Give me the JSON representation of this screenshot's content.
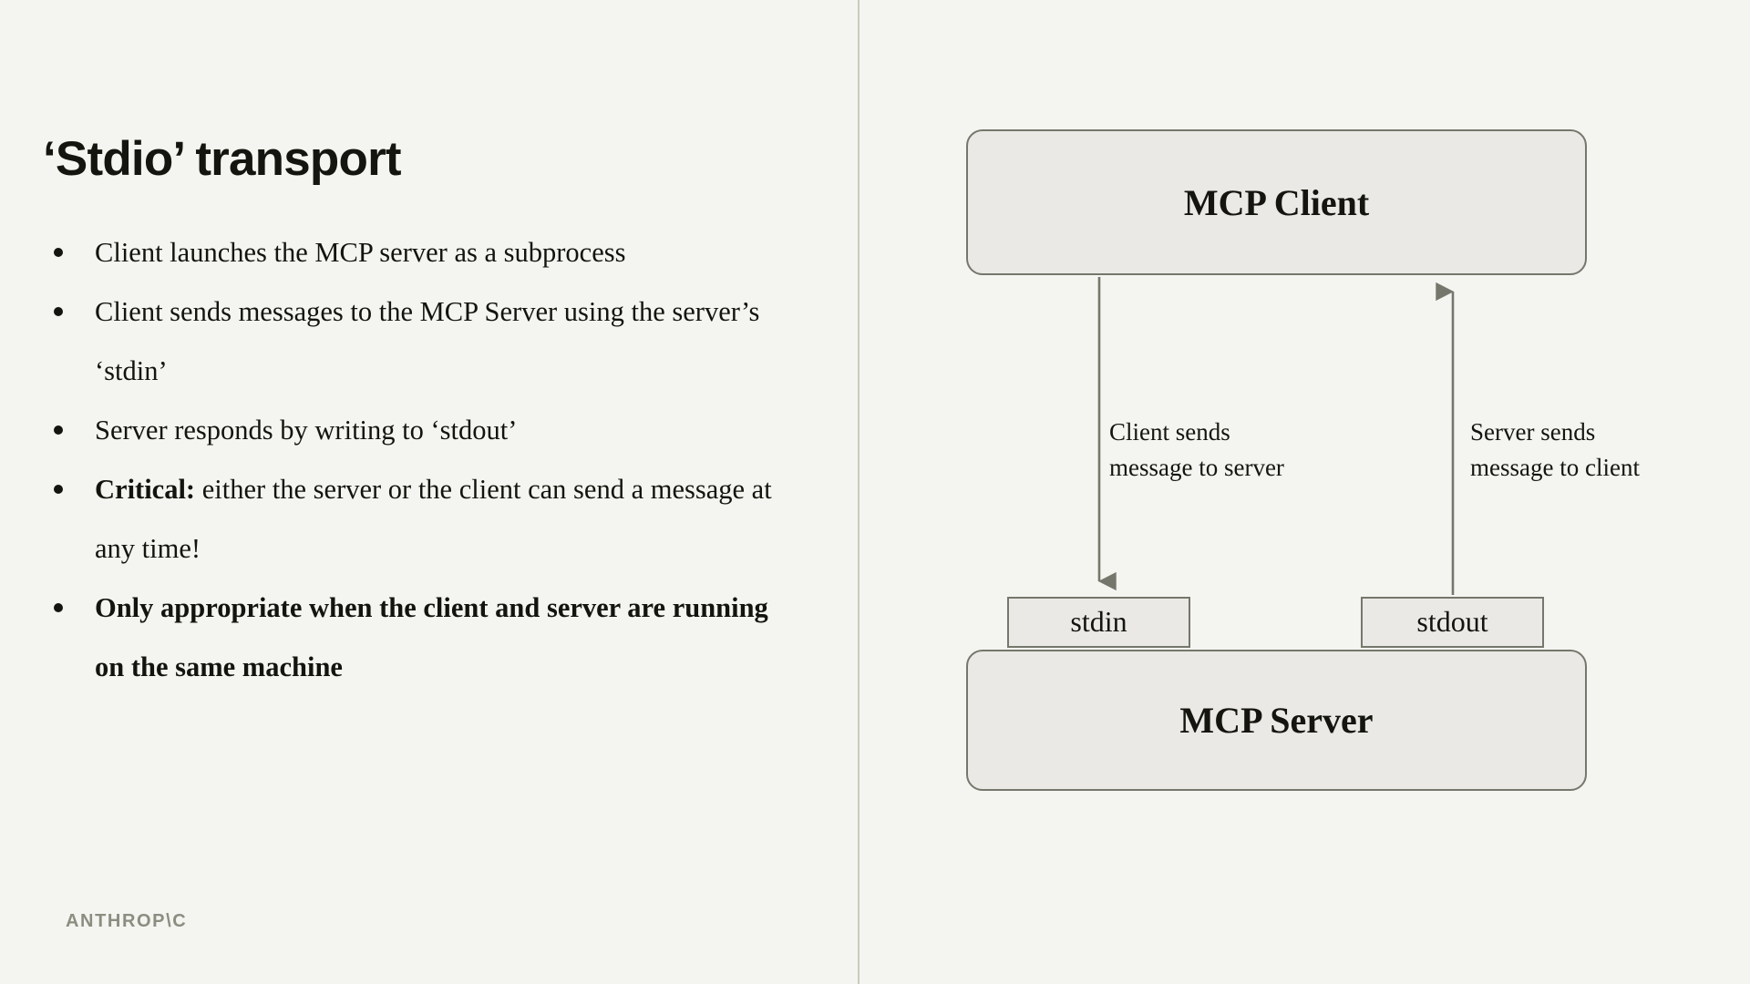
{
  "slide": {
    "title": "‘Stdio’ transport",
    "background_color": "#f4f5f0",
    "bullets": [
      {
        "lead": "",
        "text": "Client launches the MCP server as a subprocess",
        "bold": false
      },
      {
        "lead": "",
        "text": "Client sends messages to the MCP Server using the server’s ‘stdin’",
        "bold": false
      },
      {
        "lead": "",
        "text": "Server responds by writing to ‘stdout’",
        "bold": false
      },
      {
        "lead": "Critical:",
        "text": " either the server or the client can send a message at any time!",
        "bold": false
      },
      {
        "lead": "",
        "text": "Only appropriate when the client and server are running on the same machine",
        "bold": true
      }
    ],
    "logo": "ANTHROP\\C"
  },
  "diagram": {
    "nodes": {
      "client": "MCP Client",
      "server": "MCP Server",
      "stdin": "stdin",
      "stdout": "stdout"
    },
    "edges": {
      "to_server_label": "Client sends\nmessage to server",
      "to_client_label": "Server sends\nmessage to client"
    },
    "colors": {
      "node_fill": "#eae9e5",
      "node_border": "#76776c",
      "arrow": "#76776c",
      "divider": "#c9cbbe"
    }
  }
}
